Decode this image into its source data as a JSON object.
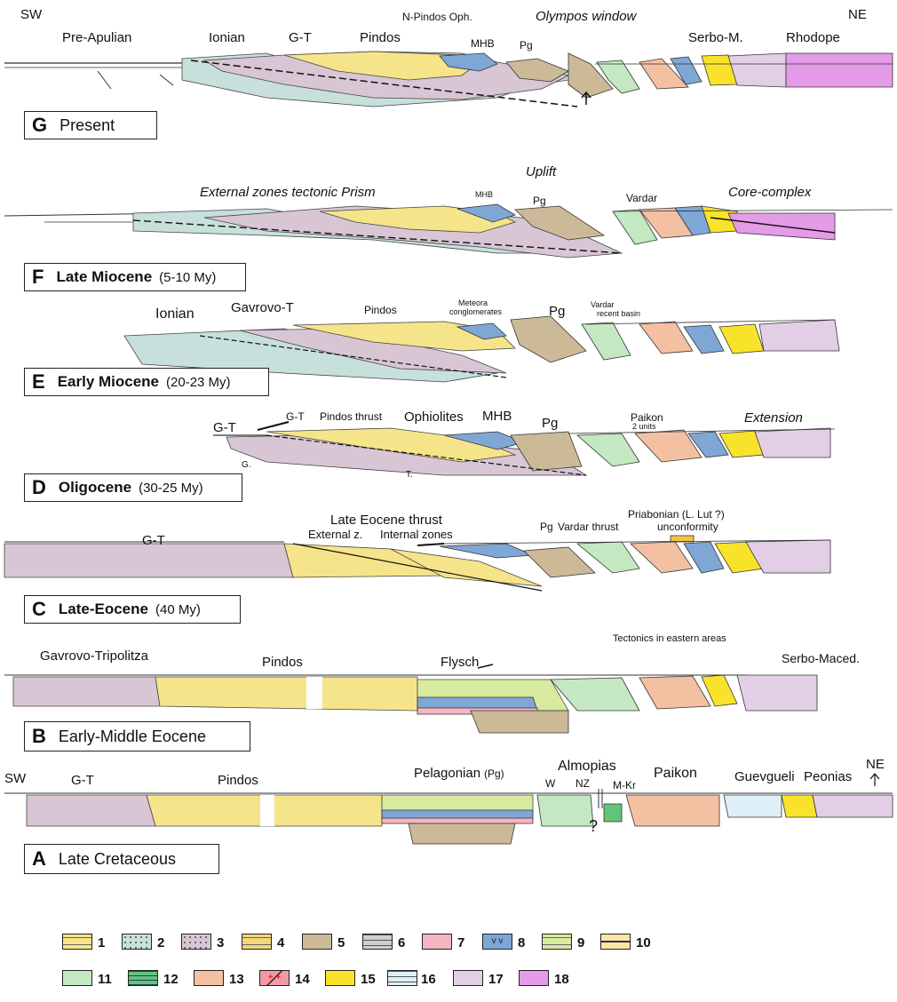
{
  "orientation": {
    "sw": "SW",
    "ne": "NE"
  },
  "panels": [
    {
      "letter": "G",
      "name": "Present",
      "age": ""
    },
    {
      "letter": "F",
      "name": "Late Miocene",
      "age": "(5-10 My)"
    },
    {
      "letter": "E",
      "name": "Early Miocene",
      "age": "(20-23 My)"
    },
    {
      "letter": "D",
      "name": "Oligocene",
      "age": "(30-25 My)"
    },
    {
      "letter": "C",
      "name": "Late-Eocene",
      "age": "(40 My)"
    },
    {
      "letter": "B",
      "name": "Early-Middle  Eocene",
      "age": ""
    },
    {
      "letter": "A",
      "name": "Late Cretaceous",
      "age": ""
    }
  ],
  "labels": {
    "g": [
      "Pre-Apulian",
      "Ionian",
      "G-T",
      "Pindos",
      "N-Pindos Oph.",
      "MHB",
      "Pg",
      "Olympos window",
      "Serbo-M.",
      "Rhodope"
    ],
    "f": [
      "External zones tectonic Prism",
      "MHB",
      "Pg",
      "Uplift",
      "Vardar",
      "Core-complex"
    ],
    "e": [
      "Ionian",
      "Gavrovo-T",
      "Pindos",
      "Meteora",
      "conglomerates",
      "Pg",
      "Vardar",
      "recent basin"
    ],
    "d": [
      "G-T",
      "G-T",
      "Pindos thrust",
      "Ophiolites",
      "MHB",
      "Pg",
      "Paikon",
      "2 units",
      "Extension",
      "G.",
      "T."
    ],
    "c": [
      "G-T",
      "Late Eocene thrust",
      "External z.",
      "Internal zones",
      "Pg",
      "Vardar thrust",
      "Priabonian (L. Lut ?)",
      "unconformity"
    ],
    "b": [
      "Gavrovo-Tripolitza",
      "Pindos",
      "Flysch",
      "Tectonics in eastern areas",
      "Serbo-Maced."
    ],
    "a": [
      "SW",
      "G-T",
      "Pindos",
      "Pelagonian",
      "(Pg)",
      "Almopias",
      "W",
      "NZ",
      "M-Kr",
      "?",
      "Paikon",
      "Guevgueli",
      "Peonias",
      "NE"
    ]
  },
  "legend": [
    {
      "num": "1",
      "color": "#f6e48a",
      "icon": "sandstone-pattern"
    },
    {
      "num": "2",
      "color": "#c8e0dc",
      "icon": "dotted"
    },
    {
      "num": "3",
      "color": "#d9c6d5",
      "icon": "dotted"
    },
    {
      "num": "4",
      "color": "#f2d77a",
      "icon": "flysch-pattern"
    },
    {
      "num": "5",
      "color": "#cbb998",
      "icon": "plain"
    },
    {
      "num": "6",
      "color": "#cfcfd3",
      "icon": "limestone"
    },
    {
      "num": "7",
      "color": "#f4b6c2",
      "icon": "plain"
    },
    {
      "num": "8",
      "color": "#7fa7d6",
      "icon": "volcanic-v"
    },
    {
      "num": "9",
      "color": "#d8eaa0",
      "icon": "mixed-pattern"
    },
    {
      "num": "10",
      "color": "#f6e6a8",
      "icon": "thin-beds"
    },
    {
      "num": "11",
      "color": "#c4e8c2",
      "icon": "plain"
    },
    {
      "num": "12",
      "color": "#62c479",
      "icon": "wavy-lines"
    },
    {
      "num": "13",
      "color": "#f4c0a2",
      "icon": "plain"
    },
    {
      "num": "14",
      "color": "#f09aa6",
      "icon": "granite-cross"
    },
    {
      "num": "15",
      "color": "#f8e32a",
      "icon": "plain"
    },
    {
      "num": "16",
      "color": "#dfeff7",
      "icon": "brick"
    },
    {
      "num": "17",
      "color": "#e2cfe6",
      "icon": "plain"
    },
    {
      "num": "18",
      "color": "#e49be8",
      "icon": "plain"
    }
  ]
}
